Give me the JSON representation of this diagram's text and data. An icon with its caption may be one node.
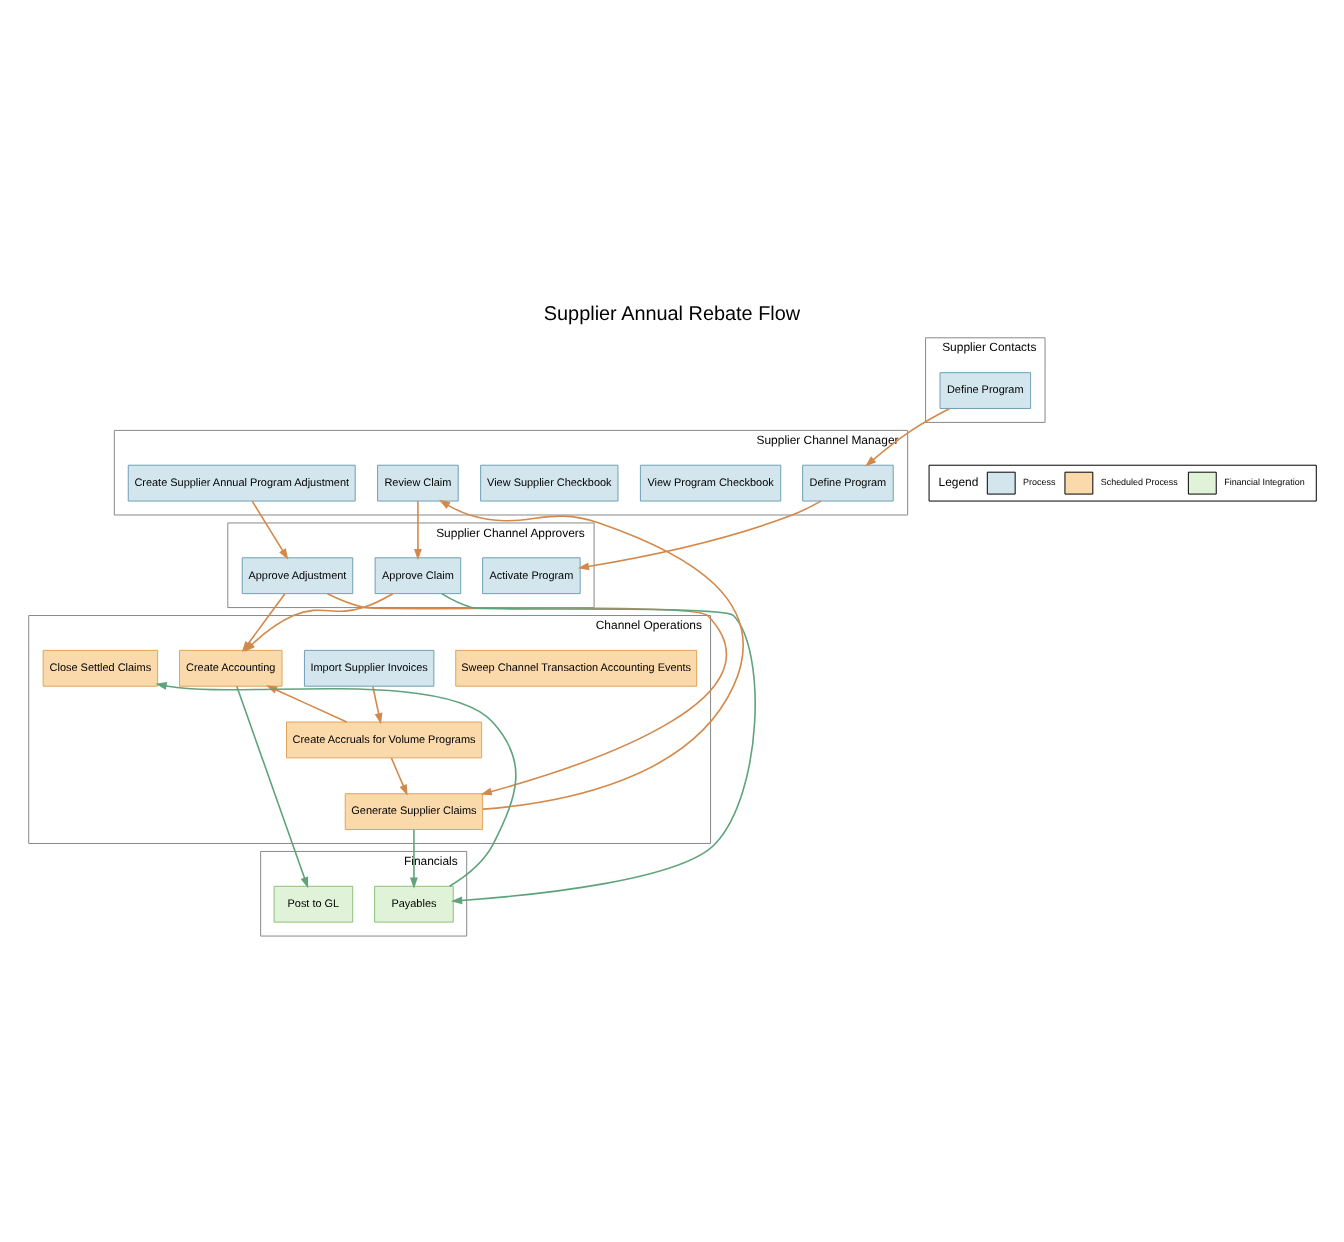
{
  "diagram": {
    "title": "Supplier Annual Rebate Flow",
    "nodes": [
      {
        "text": [
          "Supplier Contacts"
        ]
      },
      {
        "text": [
          "Supplier Channel Manager"
        ]
      },
      {
        "text": [
          "Supplier Channel Approvers"
        ]
      },
      {
        "text": [
          "Channel Operations"
        ]
      },
      {
        "text": [
          "Financials"
        ]
      },
      {
        "text": [
          "Define Program"
        ],
        "in": 0
      },
      {
        "text": [
          "Define Program"
        ],
        "in": 1
      },
      {
        "text": [
          "View Program Checkbook"
        ],
        "in": 1
      },
      {
        "text": [
          "View Supplier Checkbook"
        ],
        "in": 1
      },
      {
        "text": [
          "Create Supplier Annual Program Adjustment"
        ],
        "in": 1
      },
      {
        "text": [
          "Review Claim"
        ],
        "in": 1
      },
      {
        "text": [
          "Activate Program"
        ],
        "in": 2
      },
      {
        "text": [
          "Approve Adjustment"
        ],
        "in": 2
      },
      {
        "text": [
          "Approve Claim"
        ],
        "in": 2
      },
      {
        "text": [
          "Sweep Channel Transaction Accounting Events"
        ],
        "in": 3
      },
      {
        "text": [
          "Create Accounting"
        ],
        "in": 3
      },
      {
        "text": [
          "Import Supplier Invoices"
        ],
        "in": 3
      },
      {
        "text": [
          "Create Accruals for Volume Programs"
        ],
        "in": 3
      },
      {
        "text": [
          "Generate Supplier Claims"
        ],
        "in": 3
      },
      {
        "text": [
          "Close Settled Claims"
        ],
        "in": 3
      },
      {
        "text": [
          "Post to GL"
        ],
        "in": 4
      },
      {
        "text": [
          "Payables"
        ],
        "in": 4
      }
    ],
    "edges": [
      {
        "from": 5,
        "to": 6,
        "arrow": "to"
      },
      {
        "from": 6,
        "to": 11,
        "arrow": "to"
      },
      {
        "from": 9,
        "to": 12,
        "arrow": "to"
      },
      {
        "from": 12,
        "to": 15,
        "arrow": "to"
      },
      {
        "from": 12,
        "to": 18,
        "arrow": "to"
      },
      {
        "from": 16,
        "to": 17,
        "arrow": "to"
      },
      {
        "from": 17,
        "to": 15,
        "arrow": "to"
      },
      {
        "from": 17,
        "to": 18,
        "arrow": "to"
      },
      {
        "from": 18,
        "to": 10,
        "arrow": "to"
      },
      {
        "from": 10,
        "to": 13,
        "arrow": "to"
      },
      {
        "from": 13,
        "to": 15,
        "arrow": "to"
      },
      {
        "from": 15,
        "to": 20,
        "arrow": "to",
        "color": "#5fa37c"
      },
      {
        "from": 18,
        "to": 21,
        "arrow": "to",
        "color": "#5fa37c"
      },
      {
        "from": 13,
        "to": 21,
        "arrow": "to",
        "color": "#5fa37c"
      },
      {
        "from": 21,
        "to": 19,
        "arrow": "to",
        "color": "#5fa37c"
      }
    ],
    "labels": [
      "Legend"
    ],
    "legend": [
      {
        "text": "Process",
        "color": "#d3e6ee"
      },
      {
        "text": "Scheduled Process",
        "color": "#fad9ab"
      },
      {
        "text": "Financial Integration",
        "color": "#e0f3d8"
      }
    ]
  }
}
